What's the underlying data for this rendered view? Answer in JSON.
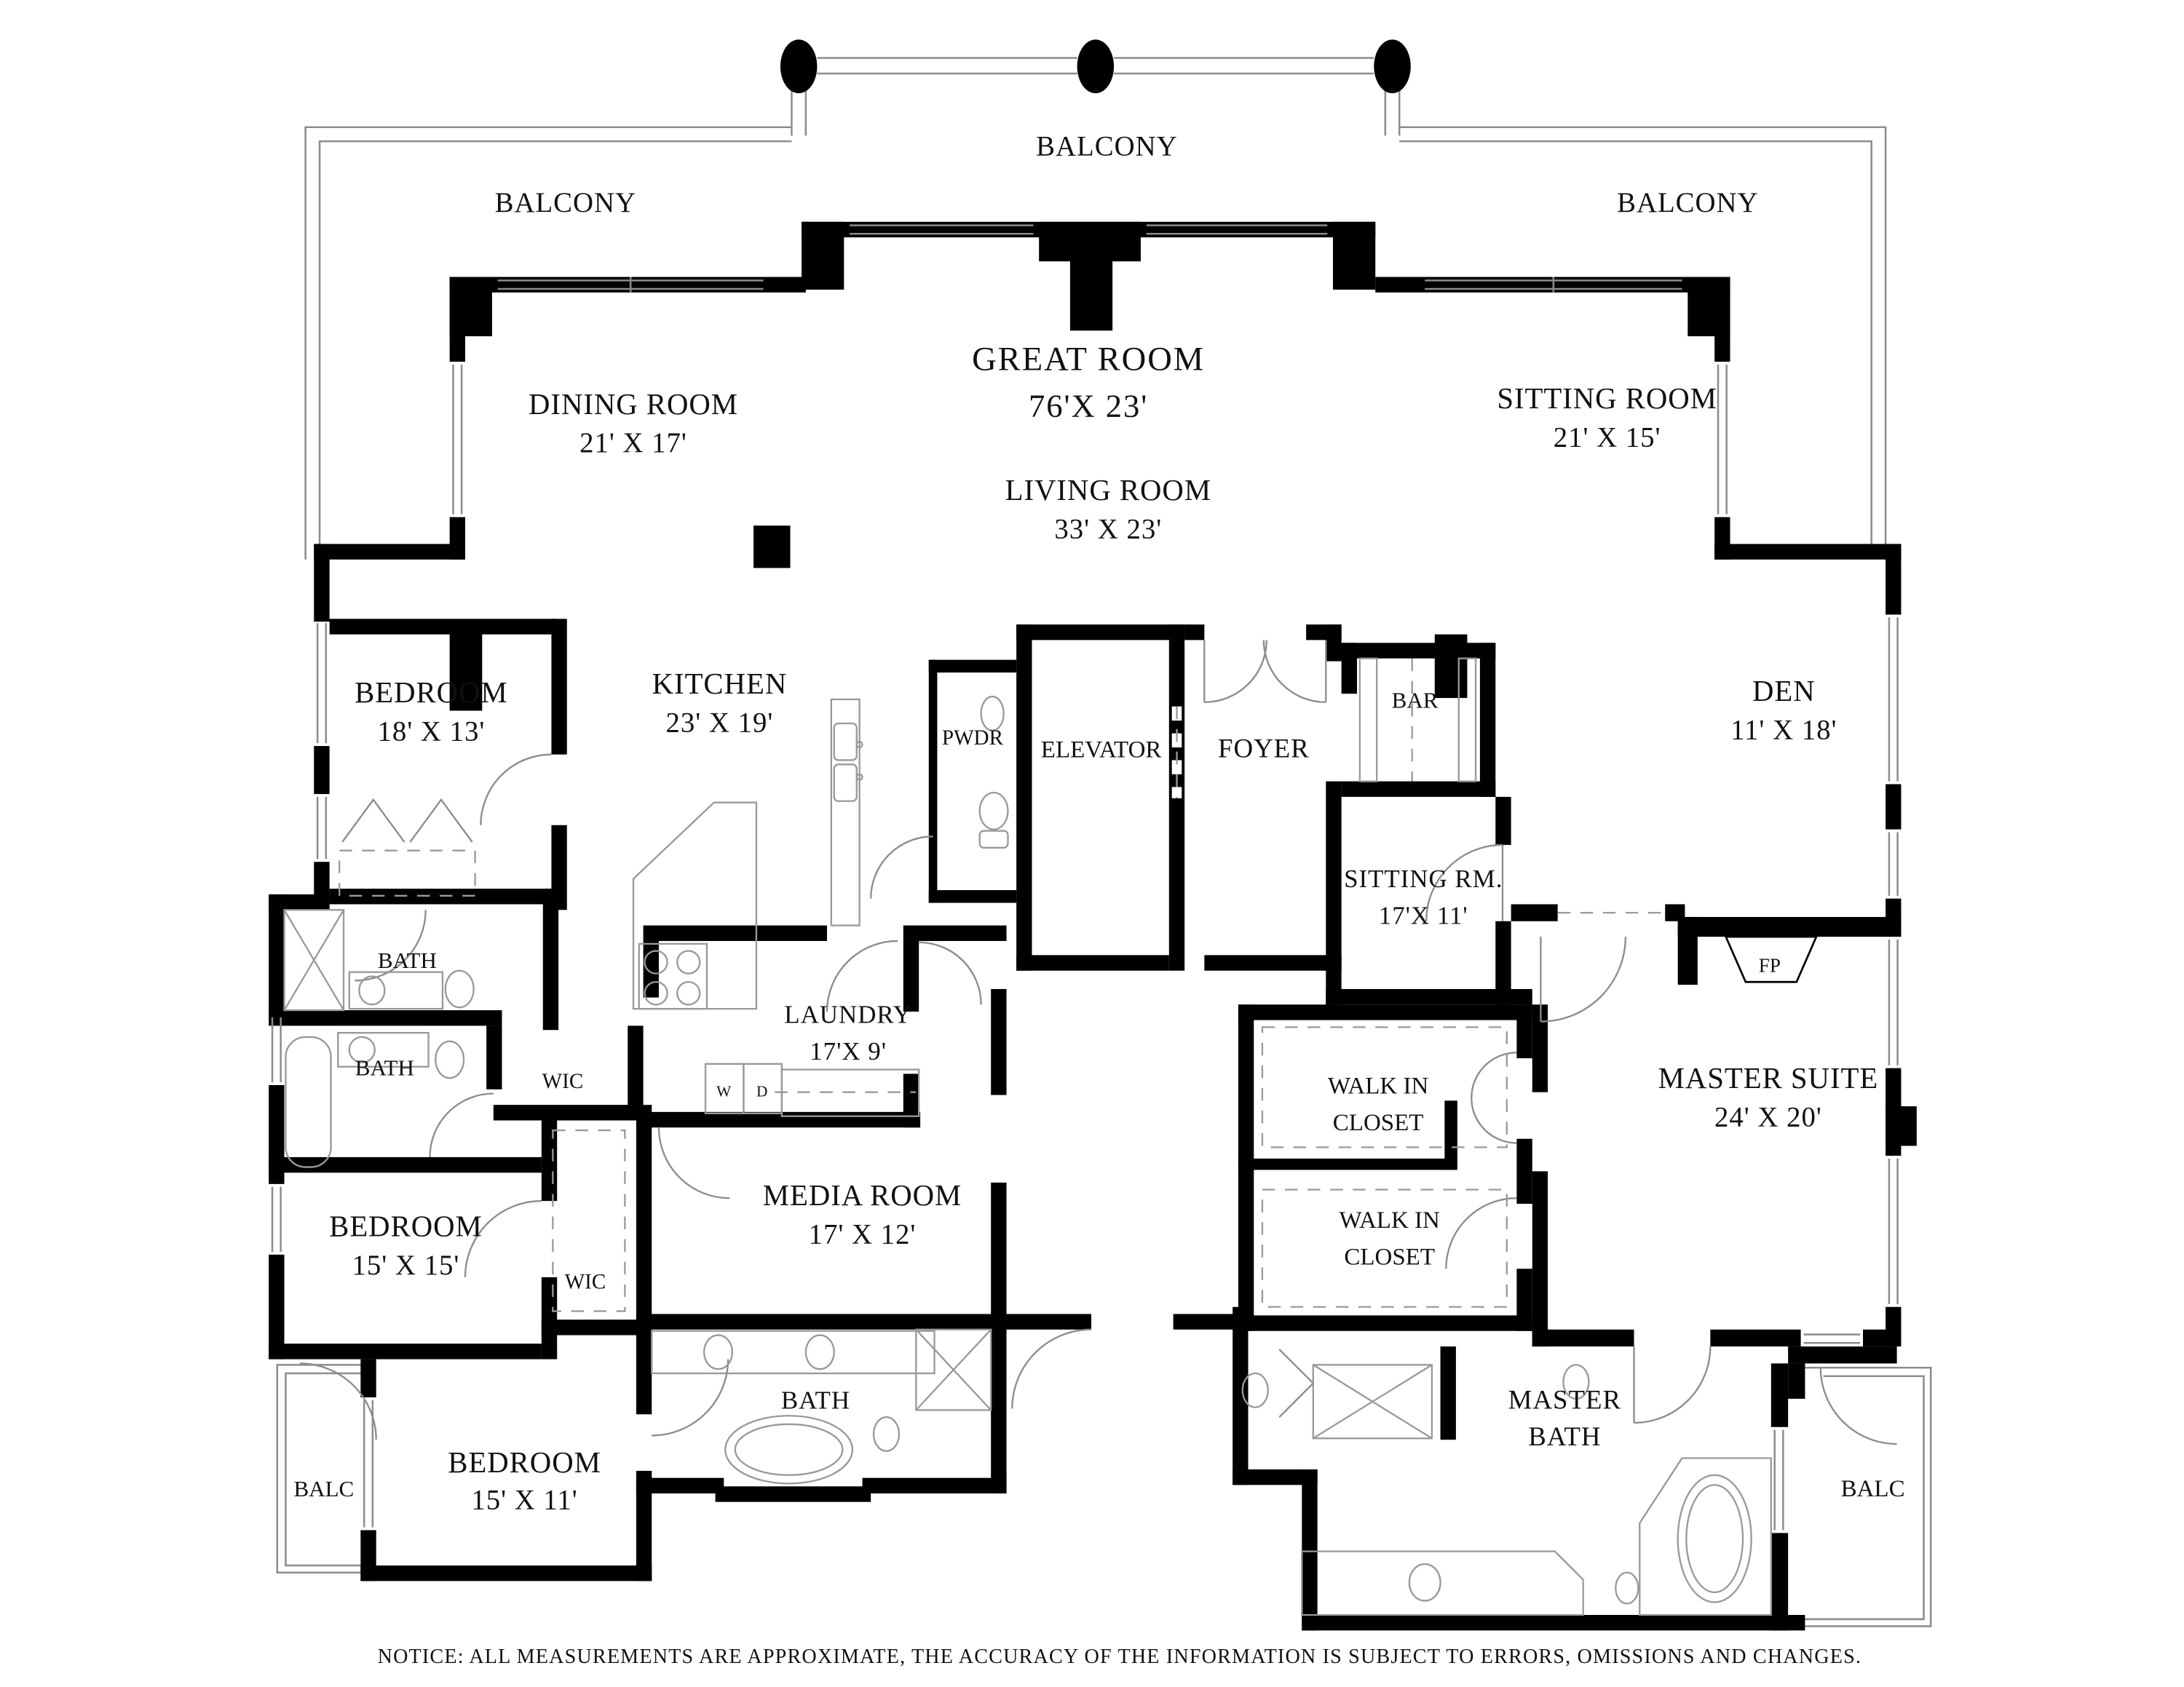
{
  "plan": {
    "notice": "NOTICE: ALL MEASUREMENTS ARE APPROXIMATE, THE ACCURACY OF THE INFORMATION IS SUBJECT TO ERRORS, OMISSIONS AND CHANGES.",
    "balconies": {
      "top": "BALCONY",
      "left": "BALCONY",
      "right": "BALCONY",
      "bottom_left": "BALC",
      "bottom_right": "BALC"
    },
    "rooms": {
      "great_room": {
        "name": "GREAT ROOM",
        "dims": "76'X 23'"
      },
      "living_room": {
        "name": "LIVING ROOM",
        "dims": "33' X 23'"
      },
      "dining_room": {
        "name": "DINING ROOM",
        "dims": "21' X 17'"
      },
      "sitting_room": {
        "name": "SITTING ROOM",
        "dims": "21' X 15'"
      },
      "bedroom_18": {
        "name": "BEDROOM",
        "dims": "18' X 13'"
      },
      "kitchen": {
        "name": "KITCHEN",
        "dims": "23' X 19'"
      },
      "pwdr": {
        "name": "PWDR"
      },
      "elevator": {
        "name": "ELEVATOR"
      },
      "foyer": {
        "name": "FOYER"
      },
      "bar": {
        "name": "BAR"
      },
      "den": {
        "name": "DEN",
        "dims": "11' X 18'"
      },
      "sitting_rm": {
        "name": "SITTING RM.",
        "dims": "17'X 11'"
      },
      "bath_1": {
        "name": "BATH"
      },
      "bath_2": {
        "name": "BATH"
      },
      "wic_1": {
        "name": "WIC"
      },
      "laundry": {
        "name": "LAUNDRY",
        "dims": "17'X 9'"
      },
      "washer": {
        "name": "W"
      },
      "dryer": {
        "name": "D"
      },
      "fireplace": {
        "name": "FP"
      },
      "master_suite": {
        "name": "MASTER SUITE",
        "dims": "24' X 20'"
      },
      "walk_in_closet_1": {
        "line1": "WALK IN",
        "line2": "CLOSET"
      },
      "walk_in_closet_2": {
        "line1": "WALK IN",
        "line2": "CLOSET"
      },
      "bedroom_15": {
        "name": "BEDROOM",
        "dims": "15' X 15'"
      },
      "wic_2": {
        "name": "WIC"
      },
      "media_room": {
        "name": "MEDIA ROOM",
        "dims": "17' X 12'"
      },
      "bedroom_11": {
        "name": "BEDROOM",
        "dims": "15' X 11'"
      },
      "bath_3": {
        "name": "BATH"
      },
      "master_bath": {
        "line1": "MASTER",
        "line2": "BATH"
      }
    },
    "colors": {
      "wall": "#000000",
      "line": "#8c8c8c",
      "bg": "#ffffff"
    }
  }
}
